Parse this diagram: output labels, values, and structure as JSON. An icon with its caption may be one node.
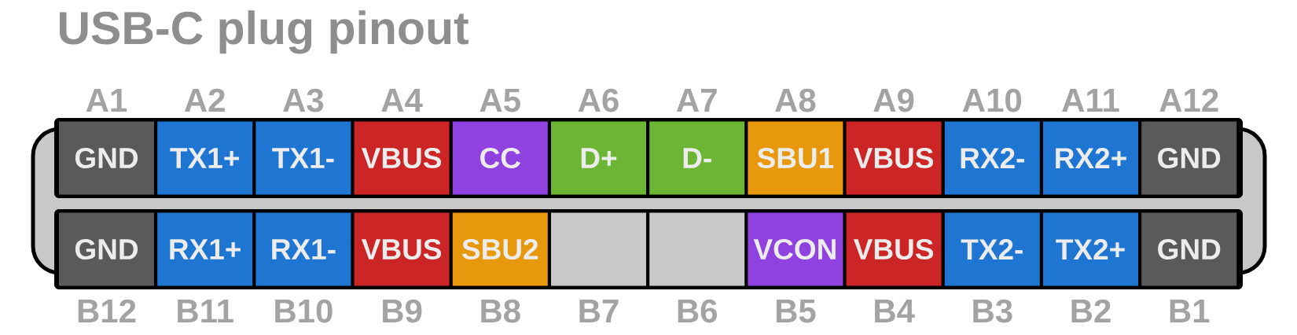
{
  "diagram": {
    "title": "USB-C plug pinout",
    "nodes": [
      {
        "text": [
          "GND"
        ],
        "beside": [
          "A1"
        ]
      },
      {
        "text": [
          "TX1+"
        ],
        "beside": [
          "A2"
        ]
      },
      {
        "text": [
          "TX1-"
        ],
        "beside": [
          "A3"
        ]
      },
      {
        "text": [
          "VBUS"
        ],
        "beside": [
          "A4"
        ]
      },
      {
        "text": [
          "CC"
        ],
        "beside": [
          "A5"
        ]
      },
      {
        "text": [
          "D+"
        ],
        "beside": [
          "A6"
        ]
      },
      {
        "text": [
          "D-"
        ],
        "beside": [
          "A7"
        ]
      },
      {
        "text": [
          "SBU1"
        ],
        "beside": [
          "A8"
        ]
      },
      {
        "text": [
          "VBUS"
        ],
        "beside": [
          "A9"
        ]
      },
      {
        "text": [
          "RX2-"
        ],
        "beside": [
          "A10"
        ]
      },
      {
        "text": [
          "RX2+"
        ],
        "beside": [
          "A11"
        ]
      },
      {
        "text": [
          "GND"
        ],
        "beside": [
          "A12"
        ]
      },
      {
        "text": [
          "GND"
        ],
        "beside": [
          "B12"
        ]
      },
      {
        "text": [
          "RX1+"
        ],
        "beside": [
          "B11"
        ]
      },
      {
        "text": [
          "RX1-"
        ],
        "beside": [
          "B10"
        ]
      },
      {
        "text": [
          "VBUS"
        ],
        "beside": [
          "B9"
        ]
      },
      {
        "text": [
          "SBU2"
        ],
        "beside": [
          "B8"
        ]
      },
      {
        "text": [],
        "shape": "box",
        "beside": [
          "B7"
        ]
      },
      {
        "text": [],
        "shape": "box",
        "beside": [
          "B6"
        ]
      },
      {
        "text": [
          "VCON"
        ],
        "beside": [
          "B5"
        ]
      },
      {
        "text": [
          "VBUS"
        ],
        "beside": [
          "B4"
        ]
      },
      {
        "text": [
          "TX2-"
        ],
        "beside": [
          "B3"
        ]
      },
      {
        "text": [
          "TX2+"
        ],
        "beside": [
          "B2"
        ]
      },
      {
        "text": [
          "GND"
        ],
        "beside": [
          "B1"
        ]
      }
    ]
  }
}
